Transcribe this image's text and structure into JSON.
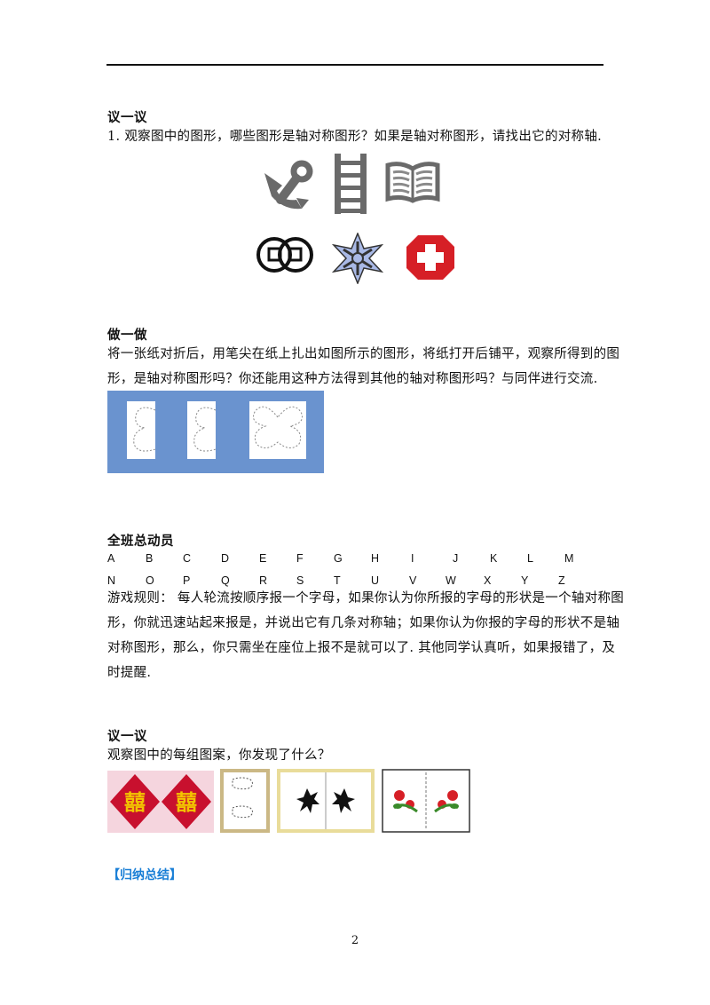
{
  "section1": {
    "heading": "议一议",
    "question": "1. 观察图中的图形，哪些图形是轴对称图形？如果是轴对称图形，请找出它的对称轴."
  },
  "section2": {
    "heading": "做一做",
    "line1": "将一张纸对折后，用笔尖在纸上扎出如图所示的图形，将纸打开后铺平，观察所得到的图",
    "line2": "形，是轴对称图形吗？你还能用这种方法得到其他的轴对称图形吗？与同伴进行交流."
  },
  "section3": {
    "heading": "全班总动员",
    "row1": [
      "A",
      "B",
      "C",
      "D",
      "E",
      "F",
      "G",
      "H",
      "I",
      "J",
      "K",
      "L",
      "M"
    ],
    "row2": [
      "N",
      "O",
      "P",
      "Q",
      "R",
      "S",
      "T",
      "U",
      "V",
      "W",
      "X",
      "Y",
      "Z"
    ],
    "rules_line1": "游戏规则：  每人轮流按顺序报一个字母，如果你认为你所报的字母的形状是一个轴对称图",
    "rules_line2": "形，你就迅速站起来报是，并说出它有几条对称轴；如果你认为你报的字母的形状不是轴",
    "rules_line3": "对称图形，那么，你只需坐在座位上报不是就可以了. 其他同学认真听，如果报错了，及",
    "rules_line4": "时提醒."
  },
  "section4": {
    "heading": "议一议",
    "question": "观察图中的每组图案，你发现了什么？",
    "xi_char": "囍"
  },
  "summary": "【归纳总结】",
  "page_number": "2",
  "colors": {
    "summary": "#1a7fd6",
    "blue_panel": "#6a93cf",
    "xi_red": "#c8102e",
    "xi_yellow": "#f3c400",
    "pink_bg": "#f5d5de",
    "frame_tan": "#cbb885",
    "frame_yellow": "#e9dc9a",
    "cross_red": "#d61f26",
    "star_blue": "#a9b9e6"
  }
}
